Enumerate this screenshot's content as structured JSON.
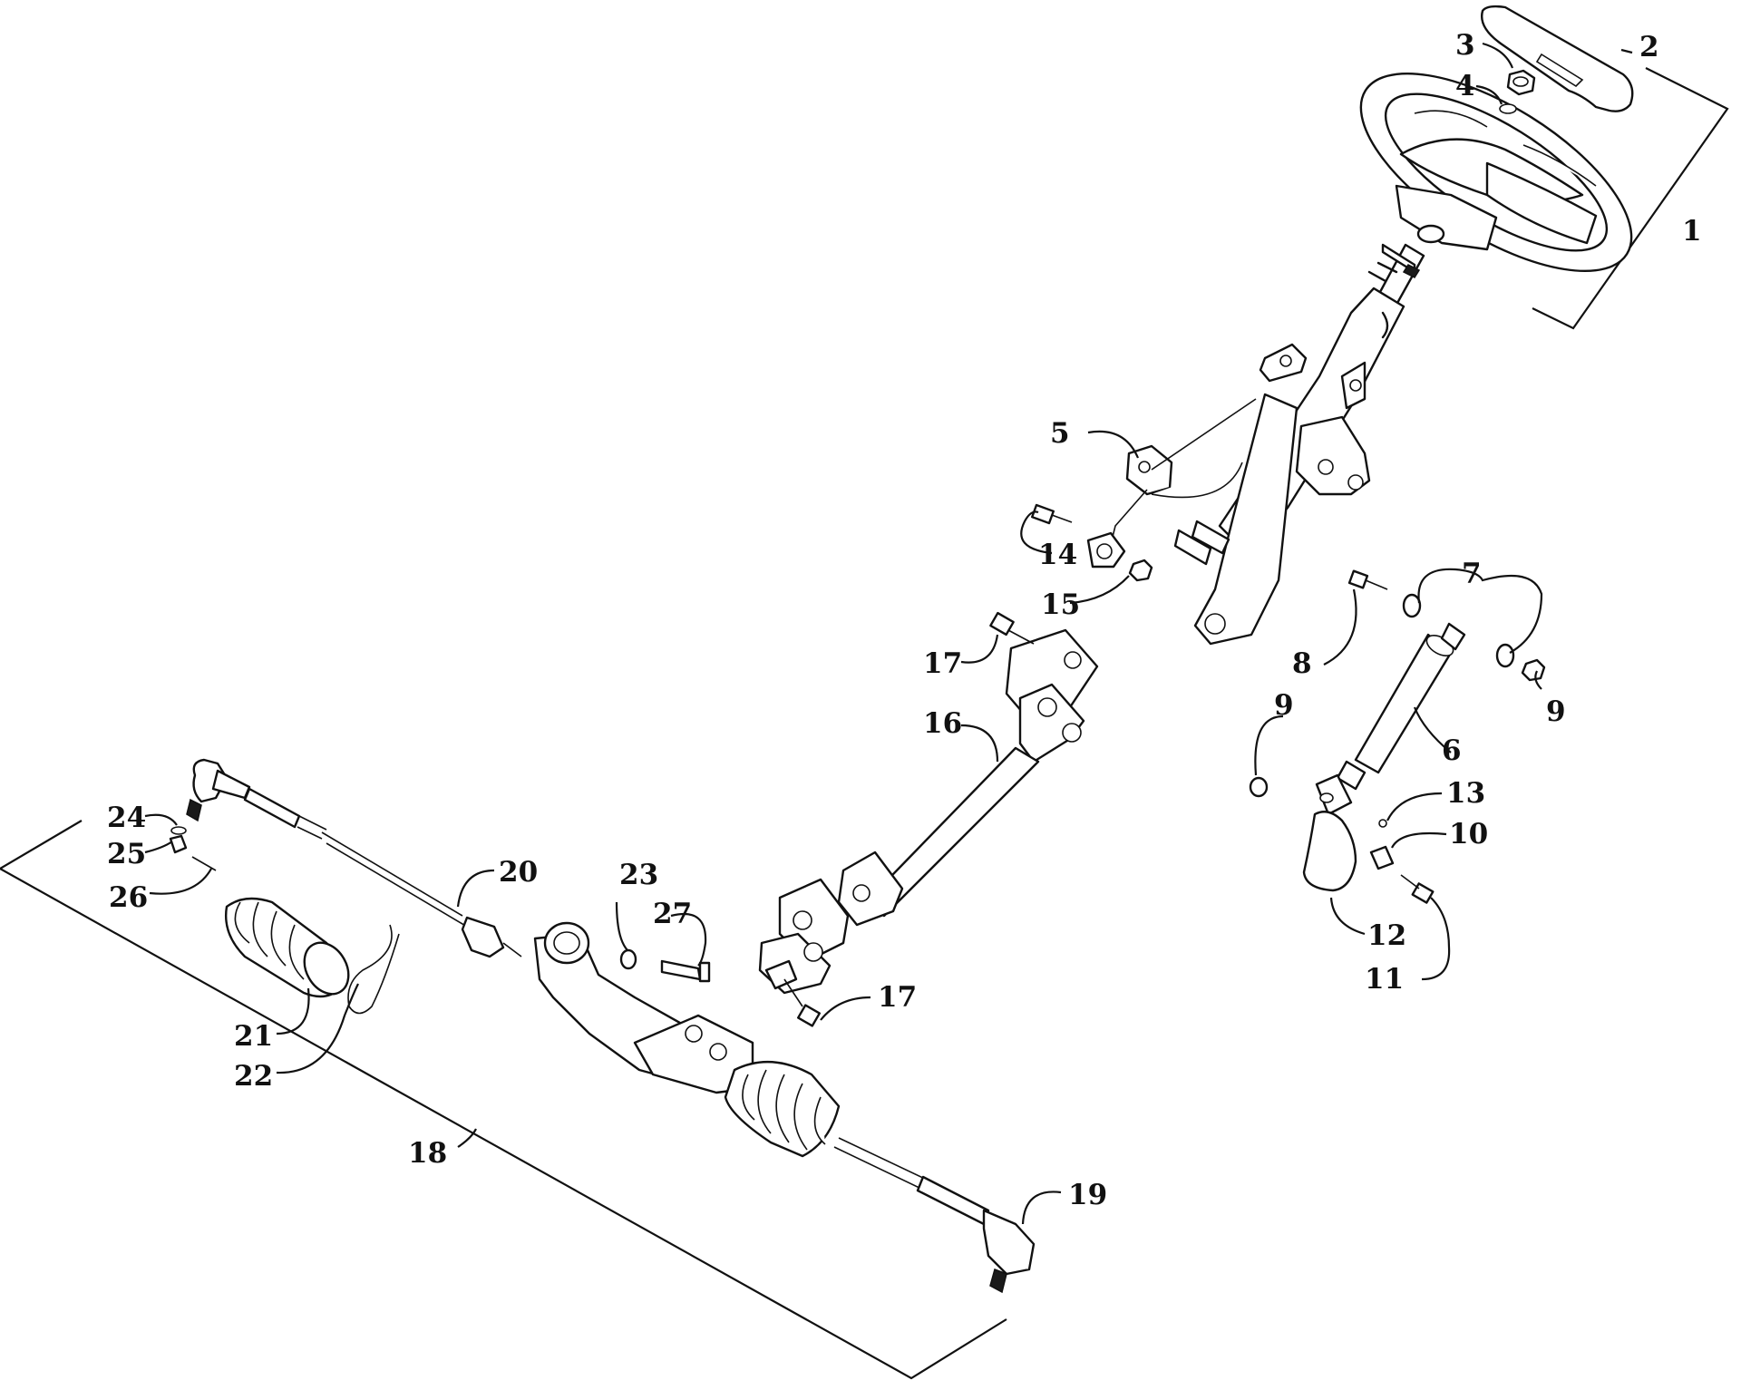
{
  "diagram": {
    "description_type": "exploded parts diagram",
    "line_color": "#111111",
    "background_color": "#ffffff",
    "callouts": [
      "1",
      "2",
      "3",
      "4",
      "5",
      "6",
      "7",
      "8",
      "9",
      "9",
      "10",
      "11",
      "12",
      "13",
      "14",
      "15",
      "16",
      "17",
      "17",
      "18",
      "19",
      "20",
      "21",
      "22",
      "23",
      "24",
      "25",
      "26",
      "27"
    ]
  }
}
